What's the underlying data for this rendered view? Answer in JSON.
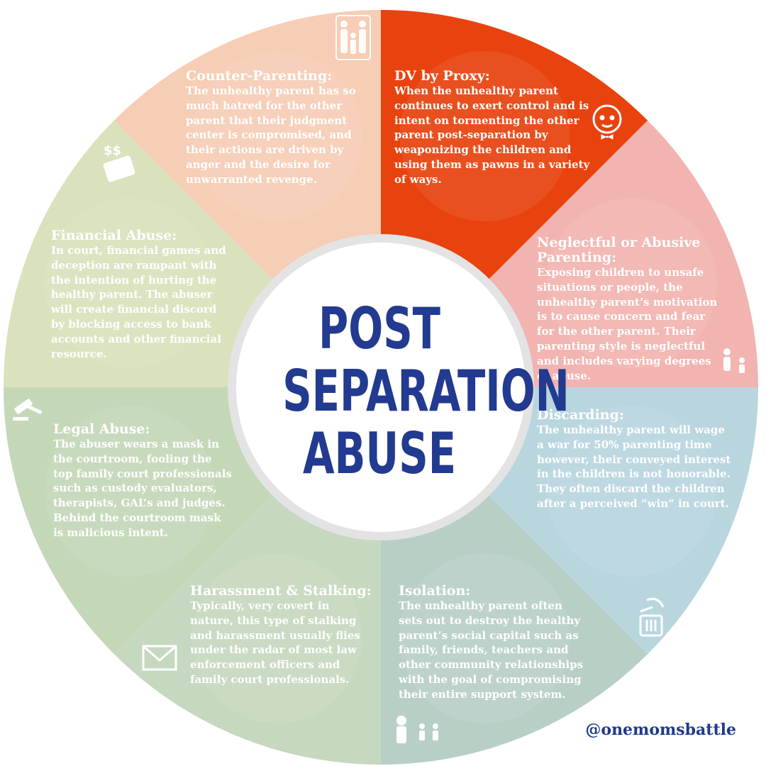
{
  "center_title": {
    "line1": "POST",
    "line2": "SEPARATION",
    "line3": "ABUSE"
  },
  "handle": "@onemomsbattle",
  "segments": [
    {
      "key": "dv_by_proxy",
      "title": "DV by Proxy:",
      "body": "When the unhealthy parent continues to exert control and is intent on tormenting the other parent post-separation by weaponizing the children and using them as pawns in a variety of ways.",
      "color": "#e8430f",
      "icon": "baby-icon"
    },
    {
      "key": "neglectful",
      "title": "Neglectful or Abusive Parenting:",
      "body": "Exposing children to unsafe situations or people, the unhealthy parent’s motivation is to cause concern and fear for the other parent. Their parenting style is neglectful and includes varying degrees of abuse.",
      "color": "#f2b4b0",
      "icon": "parent-child-icon"
    },
    {
      "key": "discarding",
      "title": "Discarding:",
      "body": "The unhealthy parent will wage a war for 50% parenting time however, their conveyed interest in the children is not honorable. They often discard the children after a perceived “win” in court.",
      "color": "#b9d6df",
      "icon": "trash-icon"
    },
    {
      "key": "isolation",
      "title": "Isolation:",
      "body": "The unhealthy parent often sets out to destroy the healthy parent’s social capital such as family, friends, teachers and other community relationships with the goal of compromising their entire support system.",
      "color": "#b8cfc6",
      "icon": "isolated-person-icon"
    },
    {
      "key": "harassment",
      "title": "Harassment & Stalking:",
      "body": "Typically, very covert in nature, this type of stalking and harassment usually flies under the radar of most law enforcement officers and family court professionals.",
      "color": "#c6d8bf",
      "icon": "envelope-icon"
    },
    {
      "key": "legal",
      "title": "Legal Abuse:",
      "body": "The abuser wears a mask in the courtroom, fooling the top family court professionals such as custody evaluators, therapists, GAL’s and judges. Behind the courtroom mask is malicious intent.",
      "color": "#c4d8b8",
      "icon": "gavel-icon"
    },
    {
      "key": "financial",
      "title": "Financial Abuse:",
      "body": "In court, financial games and deception are rampant with the intention of hurting the healthy parent. The abuser will create financial discord by blocking access to bank accounts and other financial resource.",
      "color": "#d9e2bd",
      "icon": "money-card-icon"
    },
    {
      "key": "counter",
      "title": "Counter-Parenting:",
      "body": "The unhealthy parent has so much hatred for the other parent that their judgment center is compromised, and their actions are driven by anger and the desire for unwarranted revenge.",
      "color": "#f6cdb5",
      "icon": "family-icon"
    }
  ]
}
